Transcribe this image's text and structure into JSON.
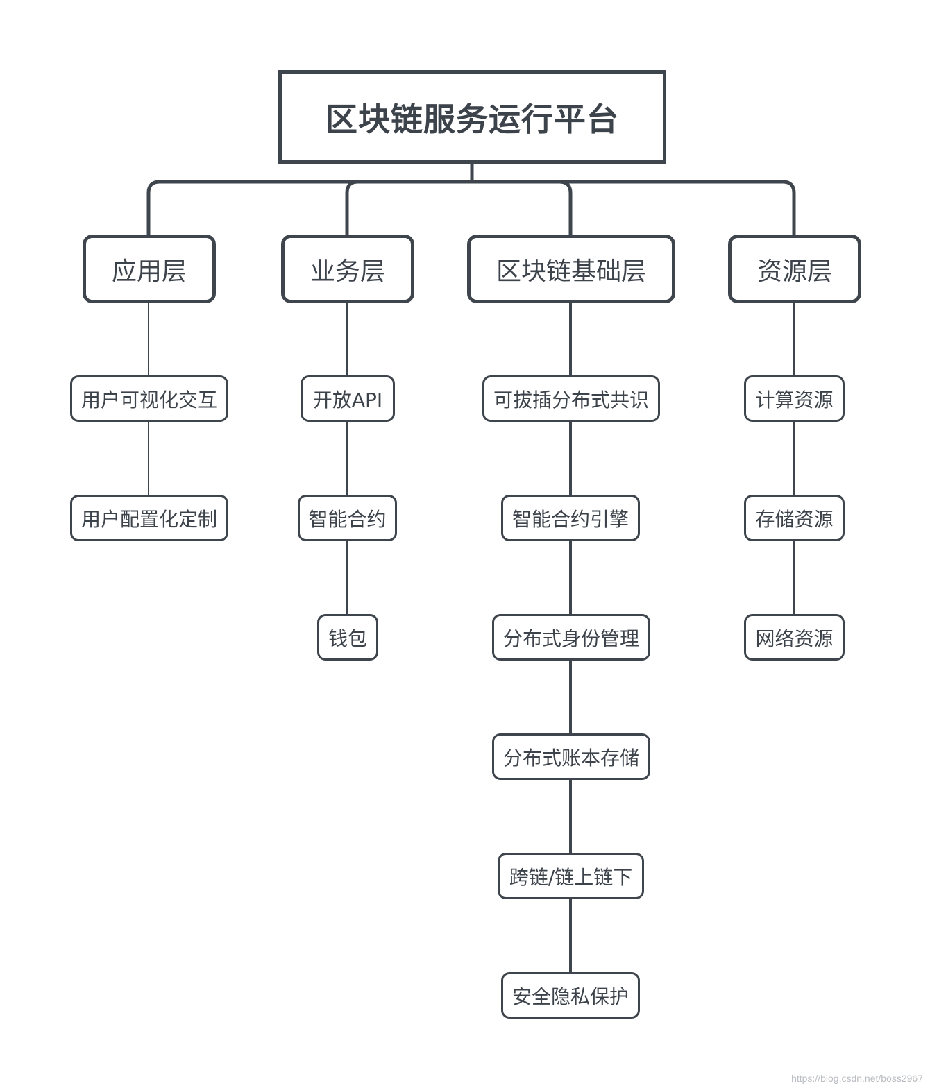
{
  "root": {
    "label": "区块链服务运行平台"
  },
  "layers": [
    {
      "label": "应用层",
      "children": [
        "用户可视化交互",
        "用户配置化定制"
      ]
    },
    {
      "label": "业务层",
      "children": [
        "开放API",
        "智能合约",
        "钱包"
      ]
    },
    {
      "label": "区块链基础层",
      "children": [
        "可拔插分布式共识",
        "智能合约引擎",
        "分布式身份管理",
        "分布式账本存储",
        "跨链/链上链下",
        "安全隐私保护"
      ]
    },
    {
      "label": "资源层",
      "children": [
        "计算资源",
        "存储资源",
        "网络资源"
      ]
    }
  ],
  "watermark": "https://blog.csdn.net/boss2967",
  "colors": {
    "stroke": "#3f454c",
    "text": "#3d434b",
    "background": "#ffffff"
  }
}
